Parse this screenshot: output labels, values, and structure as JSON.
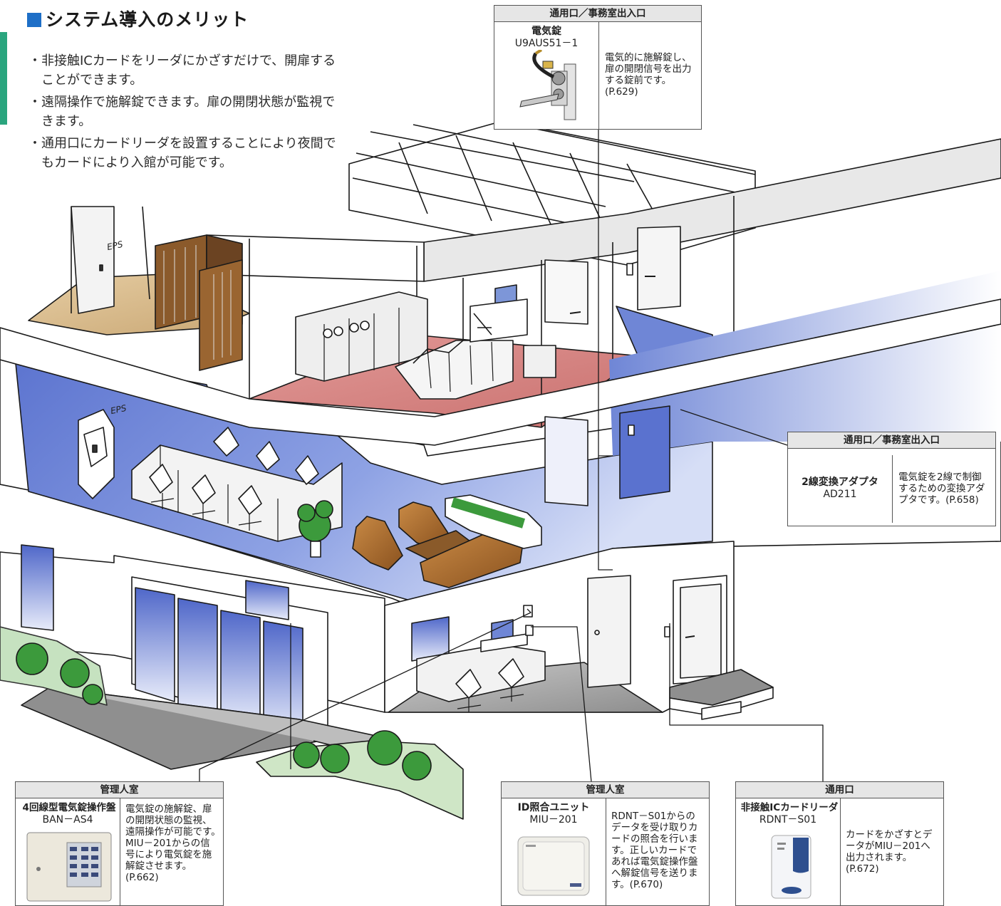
{
  "section": {
    "title": "システム導入のメリット",
    "benefits": [
      "非接触ICカードをリーダにかざすだけで、開扉することができます。",
      "遠隔操作で施解錠できます。扉の開閉状態が監視できます。",
      "通用口にカードリーダを設置することにより夜間でもカードにより入館が可能です。"
    ]
  },
  "building_labels": {
    "eps_upper": "EPS",
    "eps_lower": "EPS"
  },
  "callouts": {
    "electric_lock": {
      "header": "通用口／事務室出入口",
      "name": "電気錠",
      "model": "U9AUS51－1",
      "description_lines": [
        "電気的に施解錠し、",
        "扉の開閉信号を出力",
        "する錠前です。",
        "(P.629)"
      ]
    },
    "adapter": {
      "header": "通用口／事務室出入口",
      "name": "2線変換アダプタ",
      "model": "AD211",
      "description_lines": [
        "電気錠を2線で制御",
        "するための変換アダ",
        "プタです。(P.658)"
      ]
    },
    "control_panel": {
      "header": "管理人室",
      "name": "4回線型電気錠操作盤",
      "model": "BAN－AS4",
      "description_lines": [
        "電気錠の施解錠、扉",
        "の開閉状態の監視、",
        "遠隔操作が可能です。",
        "MIU－201からの信",
        "号により電気錠を施",
        "解錠させます。",
        "(P.662)"
      ]
    },
    "id_unit": {
      "header": "管理人室",
      "name": "ID照合ユニット",
      "model": "MIU－201",
      "description_lines": [
        "RDNT－S01からの",
        "データを受け取りカ",
        "ードの照合を行いま",
        "す。正しいカードで",
        "あれば電気錠操作盤",
        "へ解錠信号を送りま",
        "す。(P.670)"
      ]
    },
    "card_reader": {
      "header": "通用口",
      "name": "非接触ICカードリーダ",
      "model": "RDNT－S01",
      "description_lines": [
        "カードをかざすとデ",
        "ータがMIU－201へ",
        "出力されます。",
        "(P.672)"
      ]
    }
  },
  "colors": {
    "title_square": "#1e6fc7",
    "accent_bar": "#2aa57e",
    "floor_blue": "#6f86d6",
    "floor_pink": "#d98583",
    "floor_tan": "#dcbf90",
    "ground_gray": "#a7a7a7",
    "plant_green": "#3c9a3c",
    "sofa_brown": "#b0702e",
    "header_gray": "#e6e6e6"
  }
}
